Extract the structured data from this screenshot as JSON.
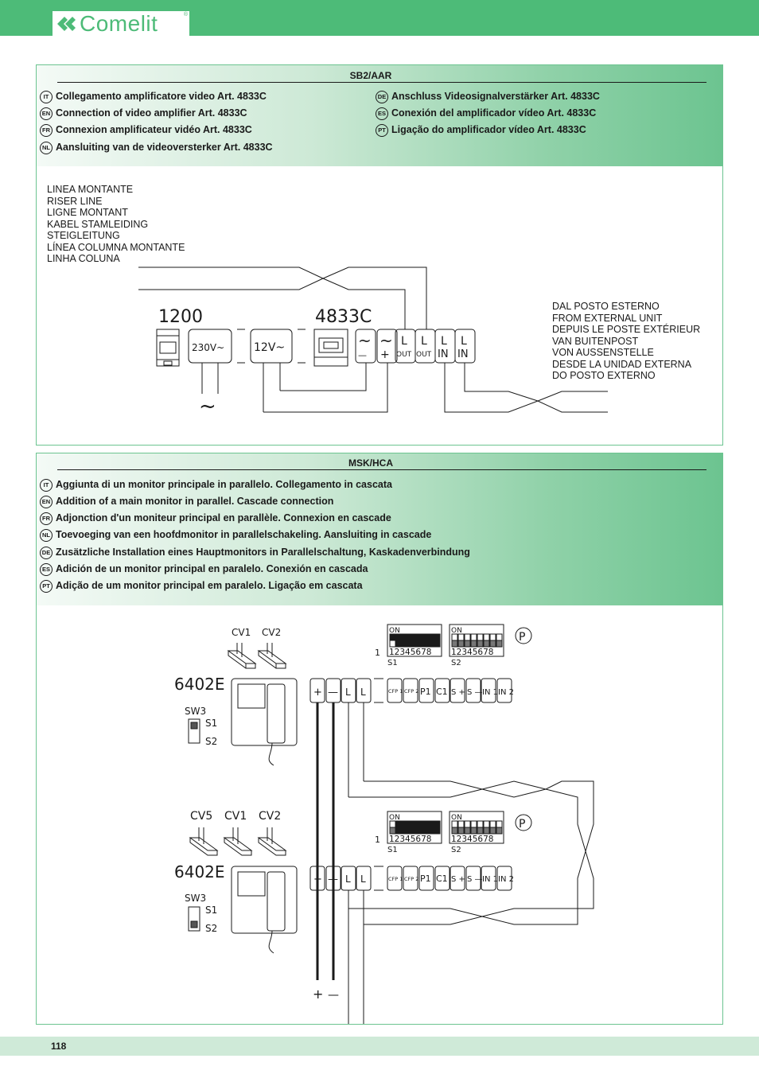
{
  "brand": {
    "name": "Comelit",
    "reg": "®"
  },
  "sections": [
    {
      "code": "SB2/AAR",
      "langs": [
        {
          "code": "IT",
          "text": "Collegamento amplificatore video Art. 4833C"
        },
        {
          "code": "EN",
          "text": "Connection of video amplifier Art. 4833C"
        },
        {
          "code": "FR",
          "text": "Connexion amplificateur vidéo Art. 4833C"
        },
        {
          "code": "NL",
          "text": "Aansluiting van de videoversterker Art. 4833C"
        },
        {
          "code": "DE",
          "text": "Anschluss Videosignalverstärker Art. 4833C"
        },
        {
          "code": "ES",
          "text": "Conexión del amplificador vídeo Art. 4833C"
        },
        {
          "code": "PT",
          "text": "Ligação do amplificador vídeo Art. 4833C"
        }
      ]
    },
    {
      "code": "MSK/HCA",
      "langs": [
        {
          "code": "IT",
          "text": "Aggiunta di un monitor principale in parallelo. Collegamento in cascata"
        },
        {
          "code": "EN",
          "text": "Addition of a main monitor in parallel. Cascade connection"
        },
        {
          "code": "FR",
          "text": "Adjonction d'un moniteur principal en parallèle. Connexion en cascade"
        },
        {
          "code": "NL",
          "text": "Toevoeging van een hoofdmonitor in parallelschakeling. Aansluiting in cascade"
        },
        {
          "code": "DE",
          "text": "Zusätzliche Installation eines Hauptmonitors in Parallelschaltung, Kaskadenverbindung"
        },
        {
          "code": "ES",
          "text": "Adición de un monitor principal en paralelo. Conexión en cascada"
        },
        {
          "code": "PT",
          "text": "Adição de um monitor principal em paralelo. Ligação em cascata"
        }
      ]
    }
  ],
  "diagram1": {
    "riser_lines": [
      "LINEA MONTANTE",
      "RISER LINE",
      "LIGNE MONTANT",
      "KABEL STAMLEIDING",
      "STEIGLEITUNG",
      "LÍNEA COLUMNA MONTANTE",
      "LINHA COLUNA"
    ],
    "external_lines": [
      "DAL POSTO ESTERNO",
      "FROM EXTERNAL UNIT",
      "DEPUIS LE POSTE EXTÉRIEUR",
      "VAN BUITENPOST",
      "VON AUSSENSTELLE",
      "DESDE LA UNIDAD EXTERNA",
      "DO POSTO EXTERNO"
    ],
    "psu_label": "1200",
    "amp_label": "4833C",
    "in_voltage": "230V~",
    "out_voltage": "12V~",
    "ac_symbol": "~",
    "terminals": [
      {
        "top": "~",
        "bottom": "—"
      },
      {
        "top": "~",
        "bottom": "+"
      },
      {
        "top": "L",
        "bottom": "OUT"
      },
      {
        "top": "L",
        "bottom": "OUT"
      },
      {
        "top": "L",
        "bottom": "IN"
      },
      {
        "top": "L",
        "bottom": "IN"
      }
    ]
  },
  "diagram2": {
    "monitor_label": "6402E",
    "switch_label": "SW3",
    "s1": "S1",
    "s2": "S2",
    "on": "ON",
    "dip_numbers": "12345678",
    "one": "1",
    "p": "P",
    "top_cv": [
      "CV1",
      "CV2"
    ],
    "bottom_cv": [
      "CV5",
      "CV1",
      "CV2"
    ],
    "terminals": [
      "+",
      "—",
      "L",
      "L",
      "CFP 1",
      "CFP 2",
      "P1",
      "C1",
      "S +",
      "S —",
      "IN 1",
      "IN 2"
    ],
    "bottom_plus": "+",
    "bottom_minus": "—"
  },
  "footer": {
    "page": "118"
  }
}
